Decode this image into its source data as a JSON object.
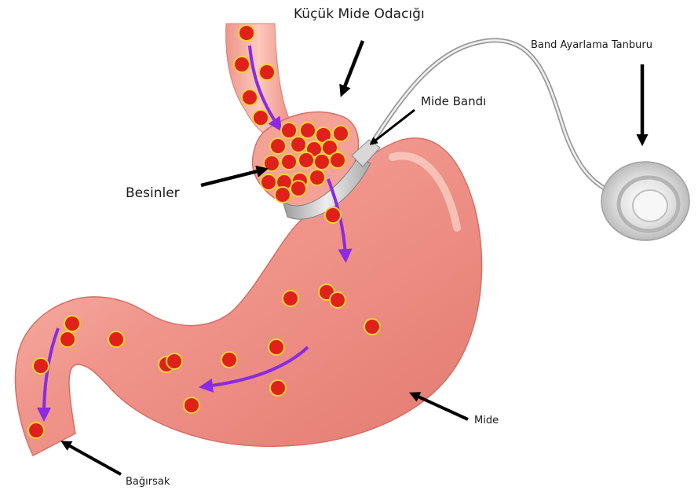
{
  "labels": {
    "small_pouch": "Küçük Mide Odacığı",
    "port": "Band Ayarlama Tanburu",
    "band": "Mide Bandı",
    "food": "Besinler",
    "stomach": "Mide",
    "intestine": "Bağırsak"
  },
  "colors": {
    "tissue": "#f0948a",
    "tissue_light": "#f8c3b8",
    "tissue_dark": "#d06a60",
    "food_ball": "#e0201a",
    "food_ring": "#f7d23a",
    "flow_arrow": "#8a2be2",
    "band_gray": "#c8c8c8",
    "pointer": "#000000"
  }
}
